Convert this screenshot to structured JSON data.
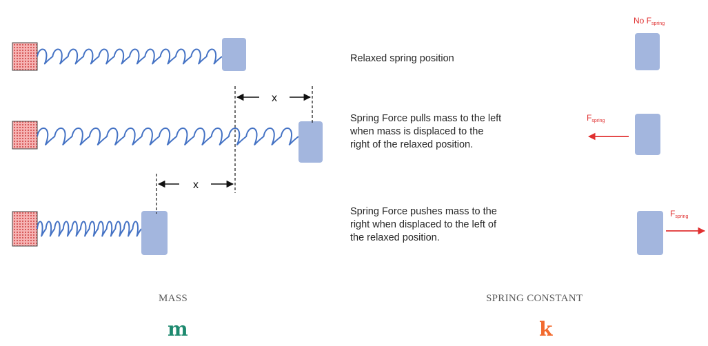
{
  "colors": {
    "spring": "#4472c4",
    "mass": "#a3b6de",
    "wall_fill": "#f4a0a0",
    "wall_hatch": "#d65a5a",
    "force_arrow": "#e03030",
    "force_text": "#e03030",
    "mass_symbol": "#1e8a6f",
    "k_symbol": "#f26a2e"
  },
  "rows": [
    {
      "description": [
        "Relaxed spring position"
      ]
    },
    {
      "description": [
        "Spring Force pulls mass to the left",
        "when mass is displaced to the",
        "right of the relaxed position."
      ]
    },
    {
      "description": [
        "Spring Force pushes mass to the",
        "right when displaced to the left of",
        "the relaxed position."
      ]
    }
  ],
  "displacement_label": "x",
  "force": {
    "none": "No F",
    "base": "F",
    "sub": "spring"
  },
  "bottom": {
    "mass_label": "MASS",
    "mass_symbol": "m",
    "k_label": "SPRING CONSTANT",
    "k_symbol": "k"
  }
}
